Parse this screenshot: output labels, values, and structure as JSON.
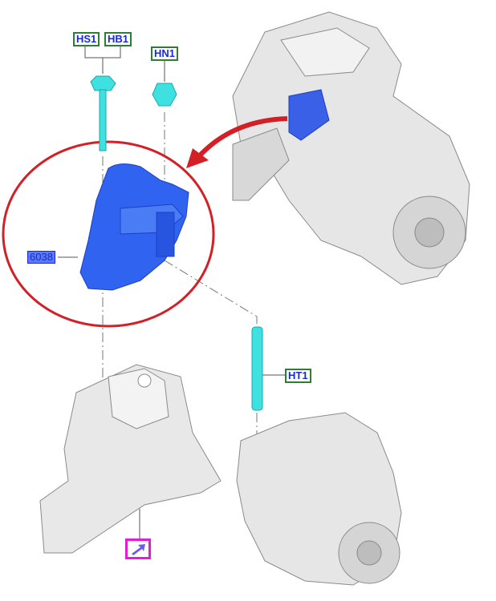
{
  "callouts": {
    "hs1": "HS1",
    "hb1": "HB1",
    "hn1": "HN1",
    "part": "6038",
    "ht1": "HT1"
  },
  "colors": {
    "highlight_circle": "#d32027",
    "callout_border": "#2e7d32",
    "callout_text": "#1a2bd0",
    "mount": "#2a5ff0",
    "fasteners": "#3fe0e0",
    "reference_marker": "#e020d0"
  },
  "icons": [
    "bolt-icon",
    "nut-icon",
    "stud-icon",
    "engine-mount-icon",
    "engine-icon",
    "body-frame-rail-icon",
    "curved-arrow-icon",
    "reference-arrow-icon"
  ]
}
